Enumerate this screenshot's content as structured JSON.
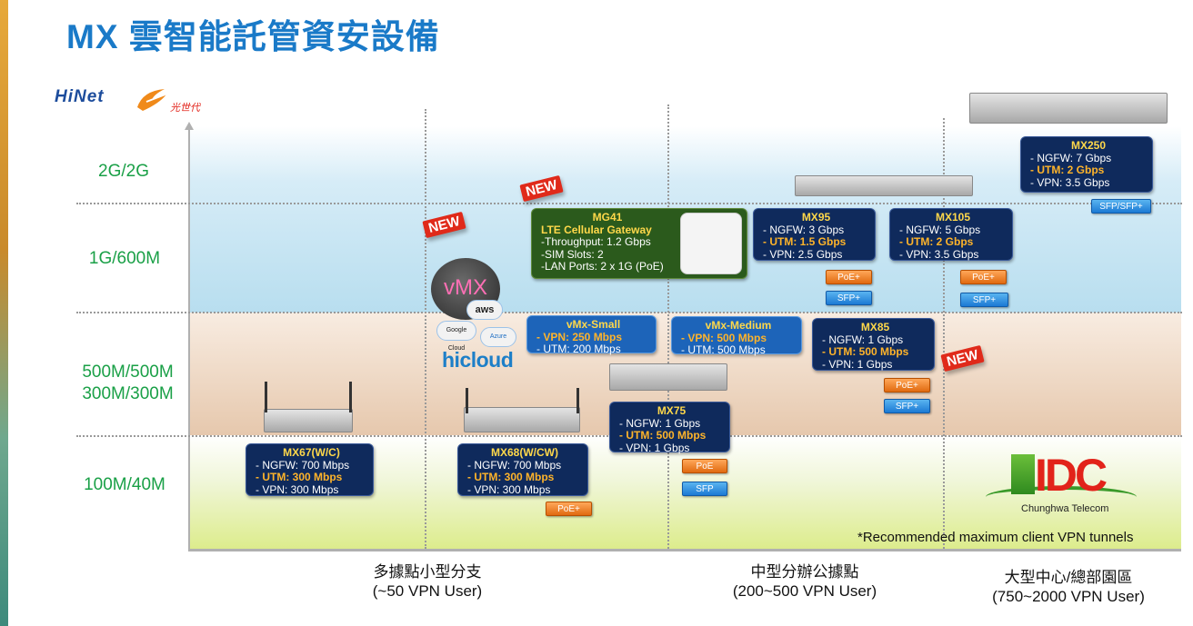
{
  "title": "MX 雲智能託管資安設備",
  "logo": {
    "hinet": "HiNet",
    "brand": "光世代"
  },
  "rows": [
    "2G/2G",
    "1G/600M",
    "500M/500M",
    "300M/300M",
    "100M/40M"
  ],
  "columns": [
    {
      "name": "多據點小型分支",
      "users": "(~50 VPN User)"
    },
    {
      "name": "中型分辦公據點",
      "users": "(200~500 VPN User)"
    },
    {
      "name": "大型中心/總部園區",
      "users": "(750~2000 VPN User)"
    }
  ],
  "new_label": "NEW",
  "vmx": {
    "label": "vMX",
    "aws": "aws",
    "google": "Google Cloud",
    "azure": "Azure",
    "hicloud": "hicloud"
  },
  "cards": {
    "mx250": {
      "name": "MX250",
      "ngfw": "- NGFW: 7 Gbps",
      "utm": "- UTM: 2 Gbps",
      "vpn": "- VPN: 3.5 Gbps"
    },
    "mg41": {
      "name": "MG41",
      "sub": "LTE Cellular Gateway",
      "l1": "-Throughput: 1.2 Gbps",
      "l2": "-SIM Slots: 2",
      "l3": "-LAN Ports: 2 x 1G (PoE)"
    },
    "mx95": {
      "name": "MX95",
      "ngfw": "- NGFW: 3 Gbps",
      "utm": "- UTM: 1.5 Gbps",
      "vpn": "- VPN: 2.5 Gbps"
    },
    "mx105": {
      "name": "MX105",
      "ngfw": "- NGFW: 5 Gbps",
      "utm": "- UTM: 2 Gbps",
      "vpn": "- VPN: 3.5 Gbps"
    },
    "vmx_small": {
      "name": "vMx-Small",
      "vpn": "- VPN: 250 Mbps",
      "utm": "- UTM: 200 Mbps"
    },
    "vmx_medium": {
      "name": "vMx-Medium",
      "vpn": "- VPN: 500 Mbps",
      "utm": "- UTM: 500 Mbps"
    },
    "mx85": {
      "name": "MX85",
      "ngfw": "- NGFW: 1 Gbps",
      "utm": "- UTM: 500 Mbps",
      "vpn": "- VPN: 1 Gbps"
    },
    "mx75": {
      "name": "MX75",
      "ngfw": "- NGFW: 1 Gbps",
      "utm": "- UTM: 500 Mbps",
      "vpn": "- VPN: 1 Gbps"
    },
    "mx67": {
      "name": "MX67(W/C)",
      "ngfw": "- NGFW: 700 Mbps",
      "utm": "- UTM: 300 Mbps",
      "vpn": "- VPN: 300 Mbps"
    },
    "mx68": {
      "name": "MX68(W/CW)",
      "ngfw": "- NGFW: 700 Mbps",
      "utm": "- UTM: 300 Mbps",
      "vpn": "- VPN: 300 Mbps"
    }
  },
  "badges": {
    "sfp_sfpplus": "SFP/SFP+",
    "poe_plus": "PoE+",
    "sfp_plus": "SFP+",
    "poe": "PoE",
    "sfp": "SFP"
  },
  "idc": {
    "logo": "IDC",
    "sub": "Chunghwa Telecom"
  },
  "footnote": "*Recommended maximum client VPN tunnels",
  "colors": {
    "title": "#1a7ac8",
    "row_label": "#1aa047",
    "card_bg": "#0f2a5c",
    "utm": "#ffb42a",
    "header": "#ffd84a"
  }
}
